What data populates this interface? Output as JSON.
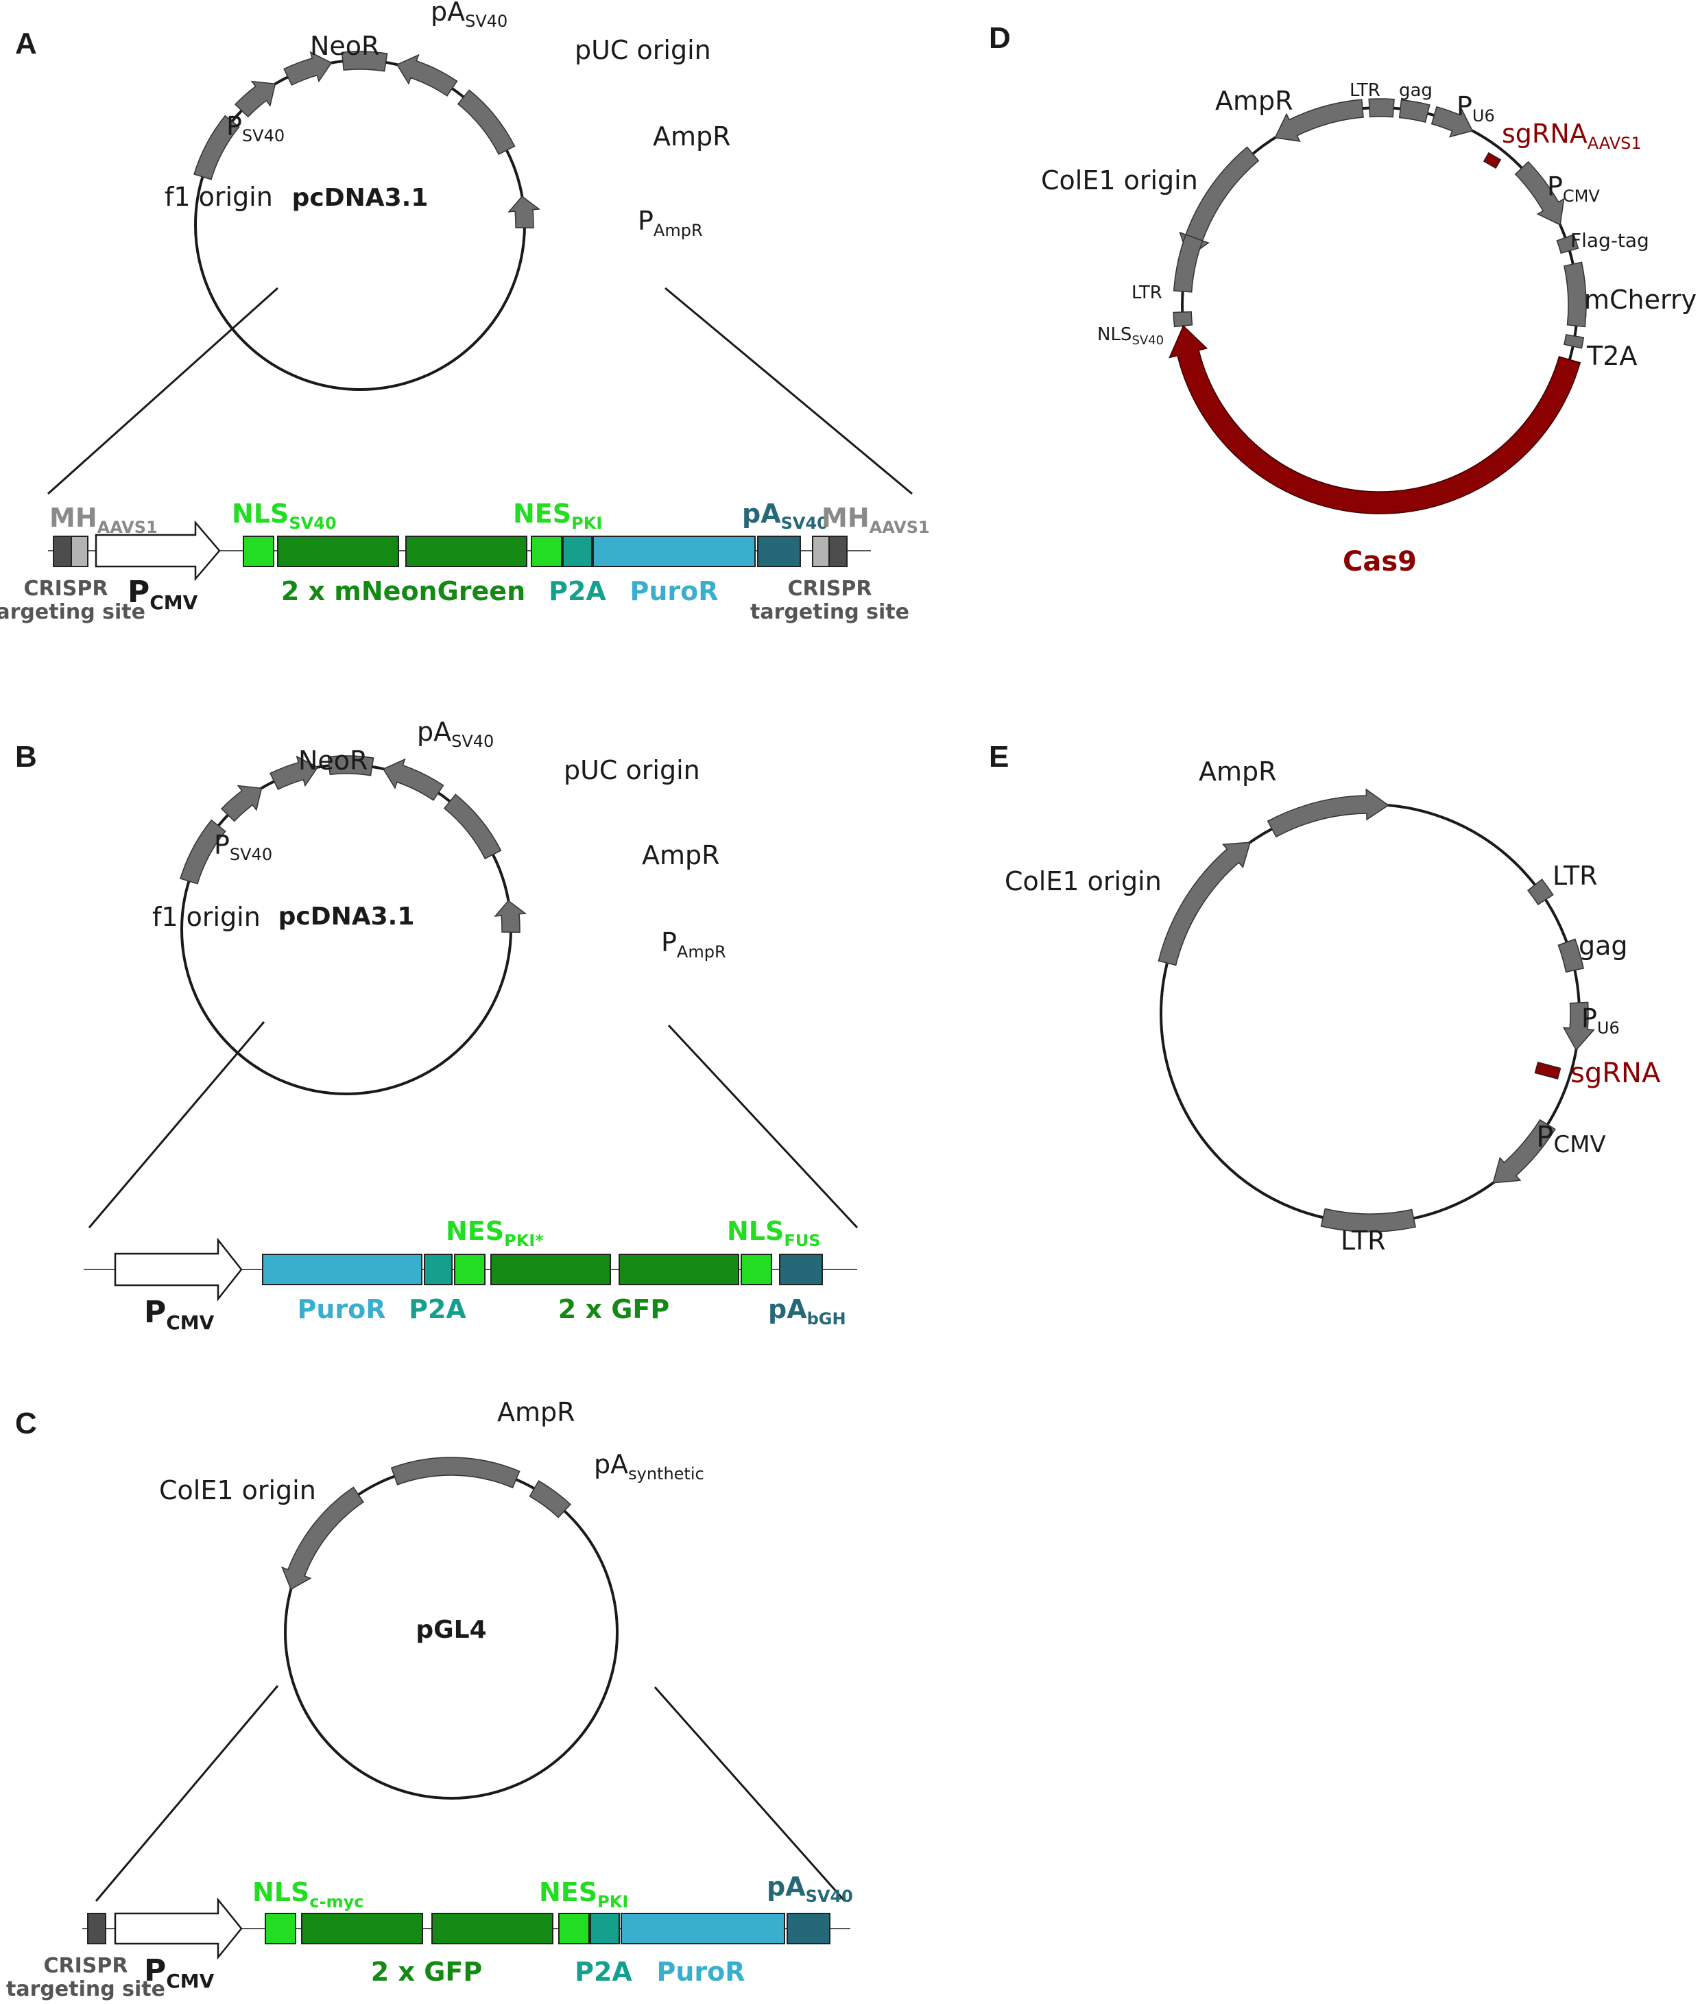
{
  "colors": {
    "feature_gray": "#6e6e6e",
    "cas9_red": "#8b0000",
    "nls_green": "#22dd22",
    "gfp_green": "#148a14",
    "p2a_teal": "#14a08c",
    "puro_blue": "#3aaecd",
    "pa_darkteal": "#256878",
    "mh_gray": "#8a8a8a",
    "crispr_dark": "#4d4d4d"
  },
  "panels": {
    "A": {
      "letter": "A",
      "plasmid": "pcDNA3.1",
      "features": {
        "neor": "NeoR",
        "pa_base": "pA",
        "pa_sub": "SV40",
        "puc": "pUC origin",
        "ampr": "AmpR",
        "pamp_base": "P",
        "pamp_sub": "AmpR",
        "psv40_base": "P",
        "psv40_sub": "SV40",
        "f1": "f1 origin"
      },
      "cassette": {
        "mh_left_base": "MH",
        "mh_left_sub": "AAVS1",
        "mh_right_base": "MH",
        "mh_right_sub": "AAVS1",
        "nls_base": "NLS",
        "nls_sub": "SV40",
        "nes_base": "NES",
        "nes_sub": "PKI",
        "pa_base": "pA",
        "pa_sub": "SV40",
        "crispr_left_1": "CRISPR",
        "crispr_left_2": "targeting site",
        "crispr_right_1": "CRISPR",
        "crispr_right_2": "targeting site",
        "pcmv_base": "P",
        "pcmv_sub": "CMV",
        "reporter": "2 x mNeonGreen",
        "p2a": "P2A",
        "puror": "PuroR"
      }
    },
    "B": {
      "letter": "B",
      "plasmid": "pcDNA3.1",
      "features": {
        "neor": "NeoR",
        "pa_base": "pA",
        "pa_sub": "SV40",
        "puc": "pUC origin",
        "ampr": "AmpR",
        "pamp_base": "P",
        "pamp_sub": "AmpR",
        "psv40_base": "P",
        "psv40_sub": "SV40",
        "f1": "f1 origin"
      },
      "cassette": {
        "nes_base": "NES",
        "nes_sub": "PKI*",
        "nls_base": "NLS",
        "nls_sub": "FUS",
        "pcmv_base": "P",
        "pcmv_sub": "CMV",
        "puror": "PuroR",
        "p2a": "P2A",
        "reporter": "2 x GFP",
        "pa_base": "pA",
        "pa_sub": "bGH"
      }
    },
    "C": {
      "letter": "C",
      "plasmid": "pGL4",
      "features": {
        "ampr": "AmpR",
        "pa_base": "pA",
        "pa_sub": "synthetic",
        "cole1": "ColE1 origin"
      },
      "cassette": {
        "nls_base": "NLS",
        "nls_sub": "c-myc",
        "nes_base": "NES",
        "nes_sub": "PKI",
        "pa_base": "pA",
        "pa_sub": "SV40",
        "crispr_1": "CRISPR",
        "crispr_2": "targeting site",
        "pcmv_base": "P",
        "pcmv_sub": "CMV",
        "reporter": "2 x GFP",
        "p2a": "P2A",
        "puror": "PuroR"
      }
    },
    "D": {
      "letter": "D",
      "features": {
        "ampr": "AmpR",
        "ltr_top": "LTR",
        "gag": "gag",
        "pu6_base": "P",
        "pu6_sub": "U6",
        "sgrna_base": "sgRNA",
        "sgrna_sub": "AAVS1",
        "pcmv_base": "P",
        "pcmv_sub": "CMV",
        "flag": "Flag-tag",
        "mcherry": "mCherry",
        "t2a": "T2A",
        "cole1": "ColE1 origin",
        "ltr_left": "LTR",
        "nls_base": "NLS",
        "nls_sub": "SV40",
        "cas9": "Cas9"
      }
    },
    "E": {
      "letter": "E",
      "features": {
        "ampr": "AmpR",
        "cole1": "ColE1 origin",
        "ltr_top": "LTR",
        "gag": "gag",
        "pu6_base": "P",
        "pu6_sub": "U6",
        "sgrna": "sgRNA",
        "pcmv_base": "P",
        "pcmv_sub": "CMV",
        "ltr_bottom": "LTR"
      }
    }
  }
}
